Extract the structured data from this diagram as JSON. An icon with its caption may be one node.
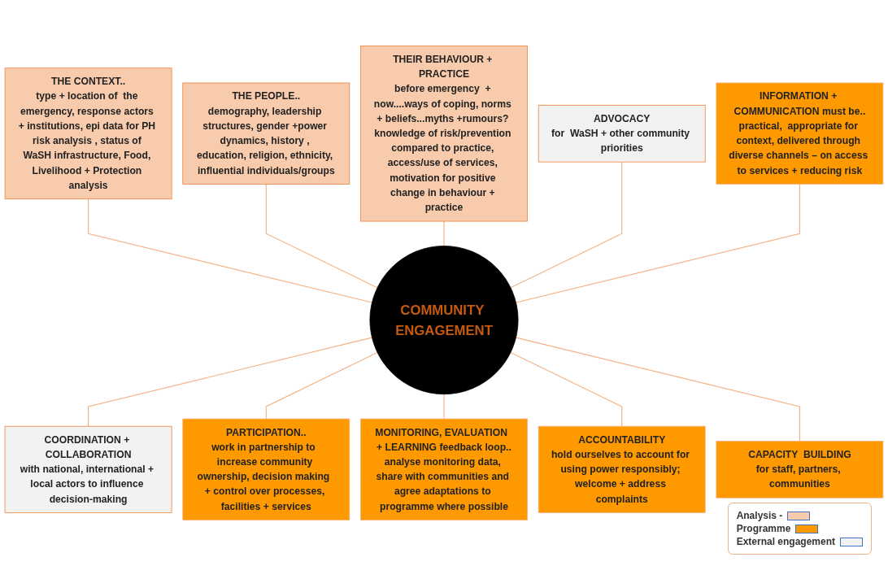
{
  "diagram": {
    "nodes": [
      {
        "text": [
          "COMMUNITY ENGAGEMENT"
        ]
      },
      {
        "text": [
          "THE CONTEXT..",
          "type + location of  the emergency, response actors + institutions, epi data for PH risk analysis , status of WaSH infrastructure, Food, Livelihood + Protection analysis"
        ]
      },
      {
        "text": [
          "THE PEOPLE..",
          "demography, leadership structures, gender +power dynamics, history , education, religion, ethnicity, influential individuals/groups"
        ]
      },
      {
        "text": [
          "THEIR BEHAVIOUR + PRACTICE",
          "before emergency  + now....ways of coping, norms + beliefs...myths +rumours? knowledge of risk/prevention compared to practice, access/use of services, motivation for positive change in behaviour + practice"
        ]
      },
      {
        "text": [
          "ADVOCACY",
          "for  WaSH + other community priorities"
        ]
      },
      {
        "text": [
          "INFORMATION + COMMUNICATION must be..",
          "practical,  appropriate for context, delivered through diverse channels – on access to services + reducing risk"
        ]
      },
      {
        "text": [
          "COORDINATION + COLLABORATION",
          "with national, international + local actors to influence decision-making"
        ]
      },
      {
        "text": [
          "PARTICIPATION..",
          "work in partnership to  increase community ownership, decision making  + control over processes, facilities + services"
        ]
      },
      {
        "text": [
          "MONITORING, EVALUATION  + LEARNING feedback loop..",
          "analyse monitoring data, share with communities and agree adaptations to programme where possible"
        ]
      },
      {
        "text": [
          "ACCOUNTABILITY",
          "hold ourselves to account for using power responsibly; welcome + address complaints"
        ]
      },
      {
        "text": [
          "CAPACITY  BUILDING",
          "for staff, partners, communities"
        ]
      }
    ],
    "edges": [
      {
        "from": 1,
        "to": 0,
        "arrow": "none"
      },
      {
        "from": 2,
        "to": 0,
        "arrow": "none"
      },
      {
        "from": 3,
        "to": 0,
        "arrow": "none"
      },
      {
        "from": 4,
        "to": 0,
        "arrow": "none"
      },
      {
        "from": 5,
        "to": 0,
        "arrow": "none"
      },
      {
        "from": 0,
        "to": 6,
        "arrow": "none"
      },
      {
        "from": 0,
        "to": 7,
        "arrow": "none"
      },
      {
        "from": 0,
        "to": 8,
        "arrow": "none"
      },
      {
        "from": 0,
        "to": 9,
        "arrow": "none"
      },
      {
        "from": 0,
        "to": 10,
        "arrow": "none"
      }
    ],
    "legend": [
      {
        "text": "Analysis -",
        "color": "#f8cbad"
      },
      {
        "text": "Programme",
        "color": "#ff9900"
      },
      {
        "text": "External engagement",
        "color": "#f2f2f2"
      }
    ]
  }
}
